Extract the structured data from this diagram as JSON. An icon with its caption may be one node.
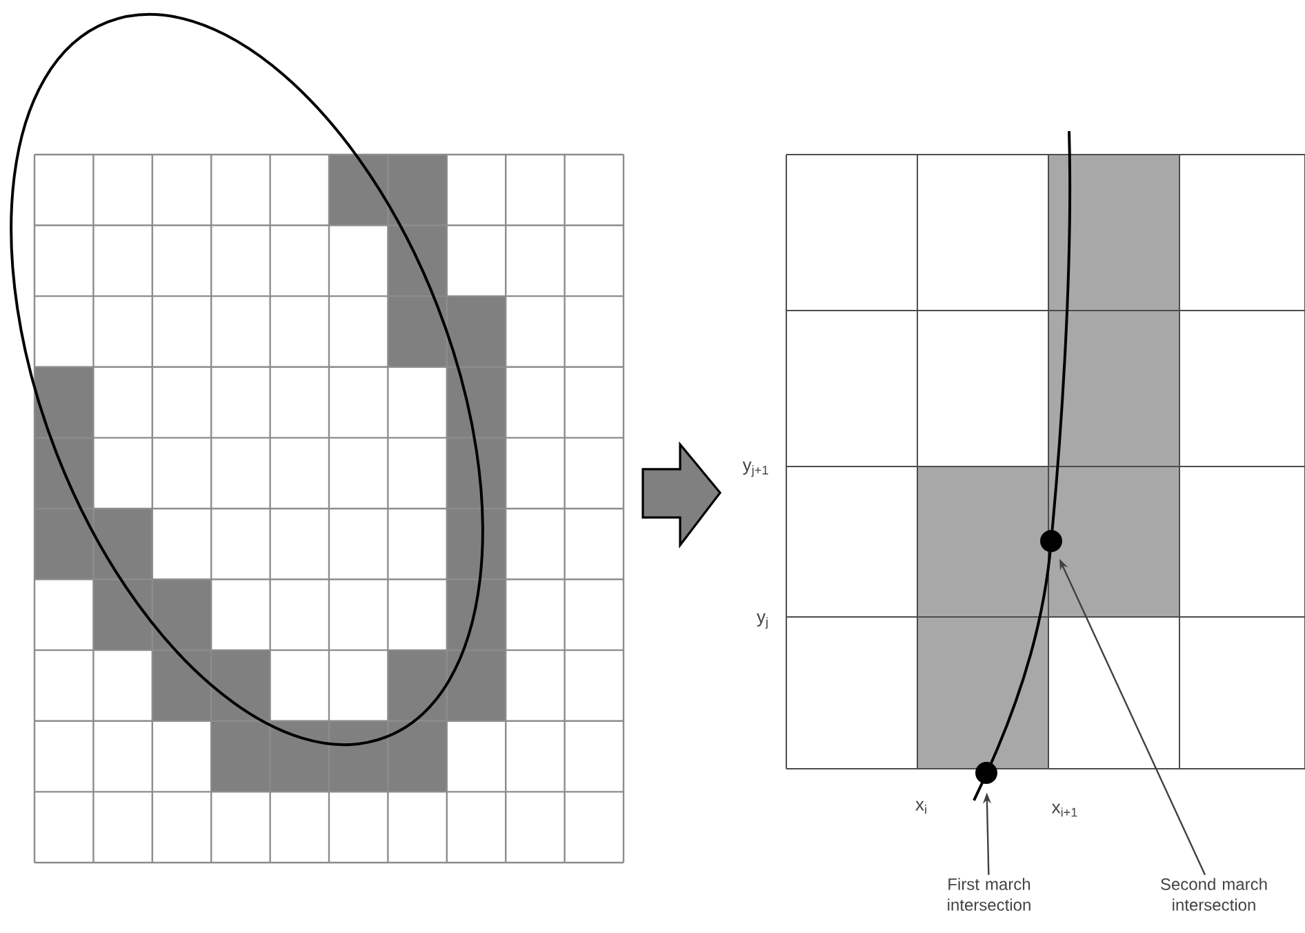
{
  "diagram": {
    "nodes": [
      {
        "text": [],
        "shape": "picture"
      },
      {
        "text": [],
        "shape": "picture"
      },
      {
        "text": [
          "First march intersection"
        ]
      },
      {
        "text": [
          "Second march intersection"
        ]
      },
      {
        "text": [],
        "shape": "circle",
        "in": 1
      },
      {
        "text": [],
        "shape": "circle",
        "in": 1
      }
    ],
    "edges": [
      {
        "from": 0,
        "to": 1,
        "arrow": "to",
        "style": "thick"
      },
      {
        "from": 2,
        "to": 4,
        "arrow": "to"
      },
      {
        "from": 3,
        "to": 5,
        "arrow": "to"
      }
    ],
    "labels": [
      "y$_{j+1}$",
      "y$_{j}$",
      "x$_{i}$",
      "x$_{i+1}$"
    ]
  }
}
